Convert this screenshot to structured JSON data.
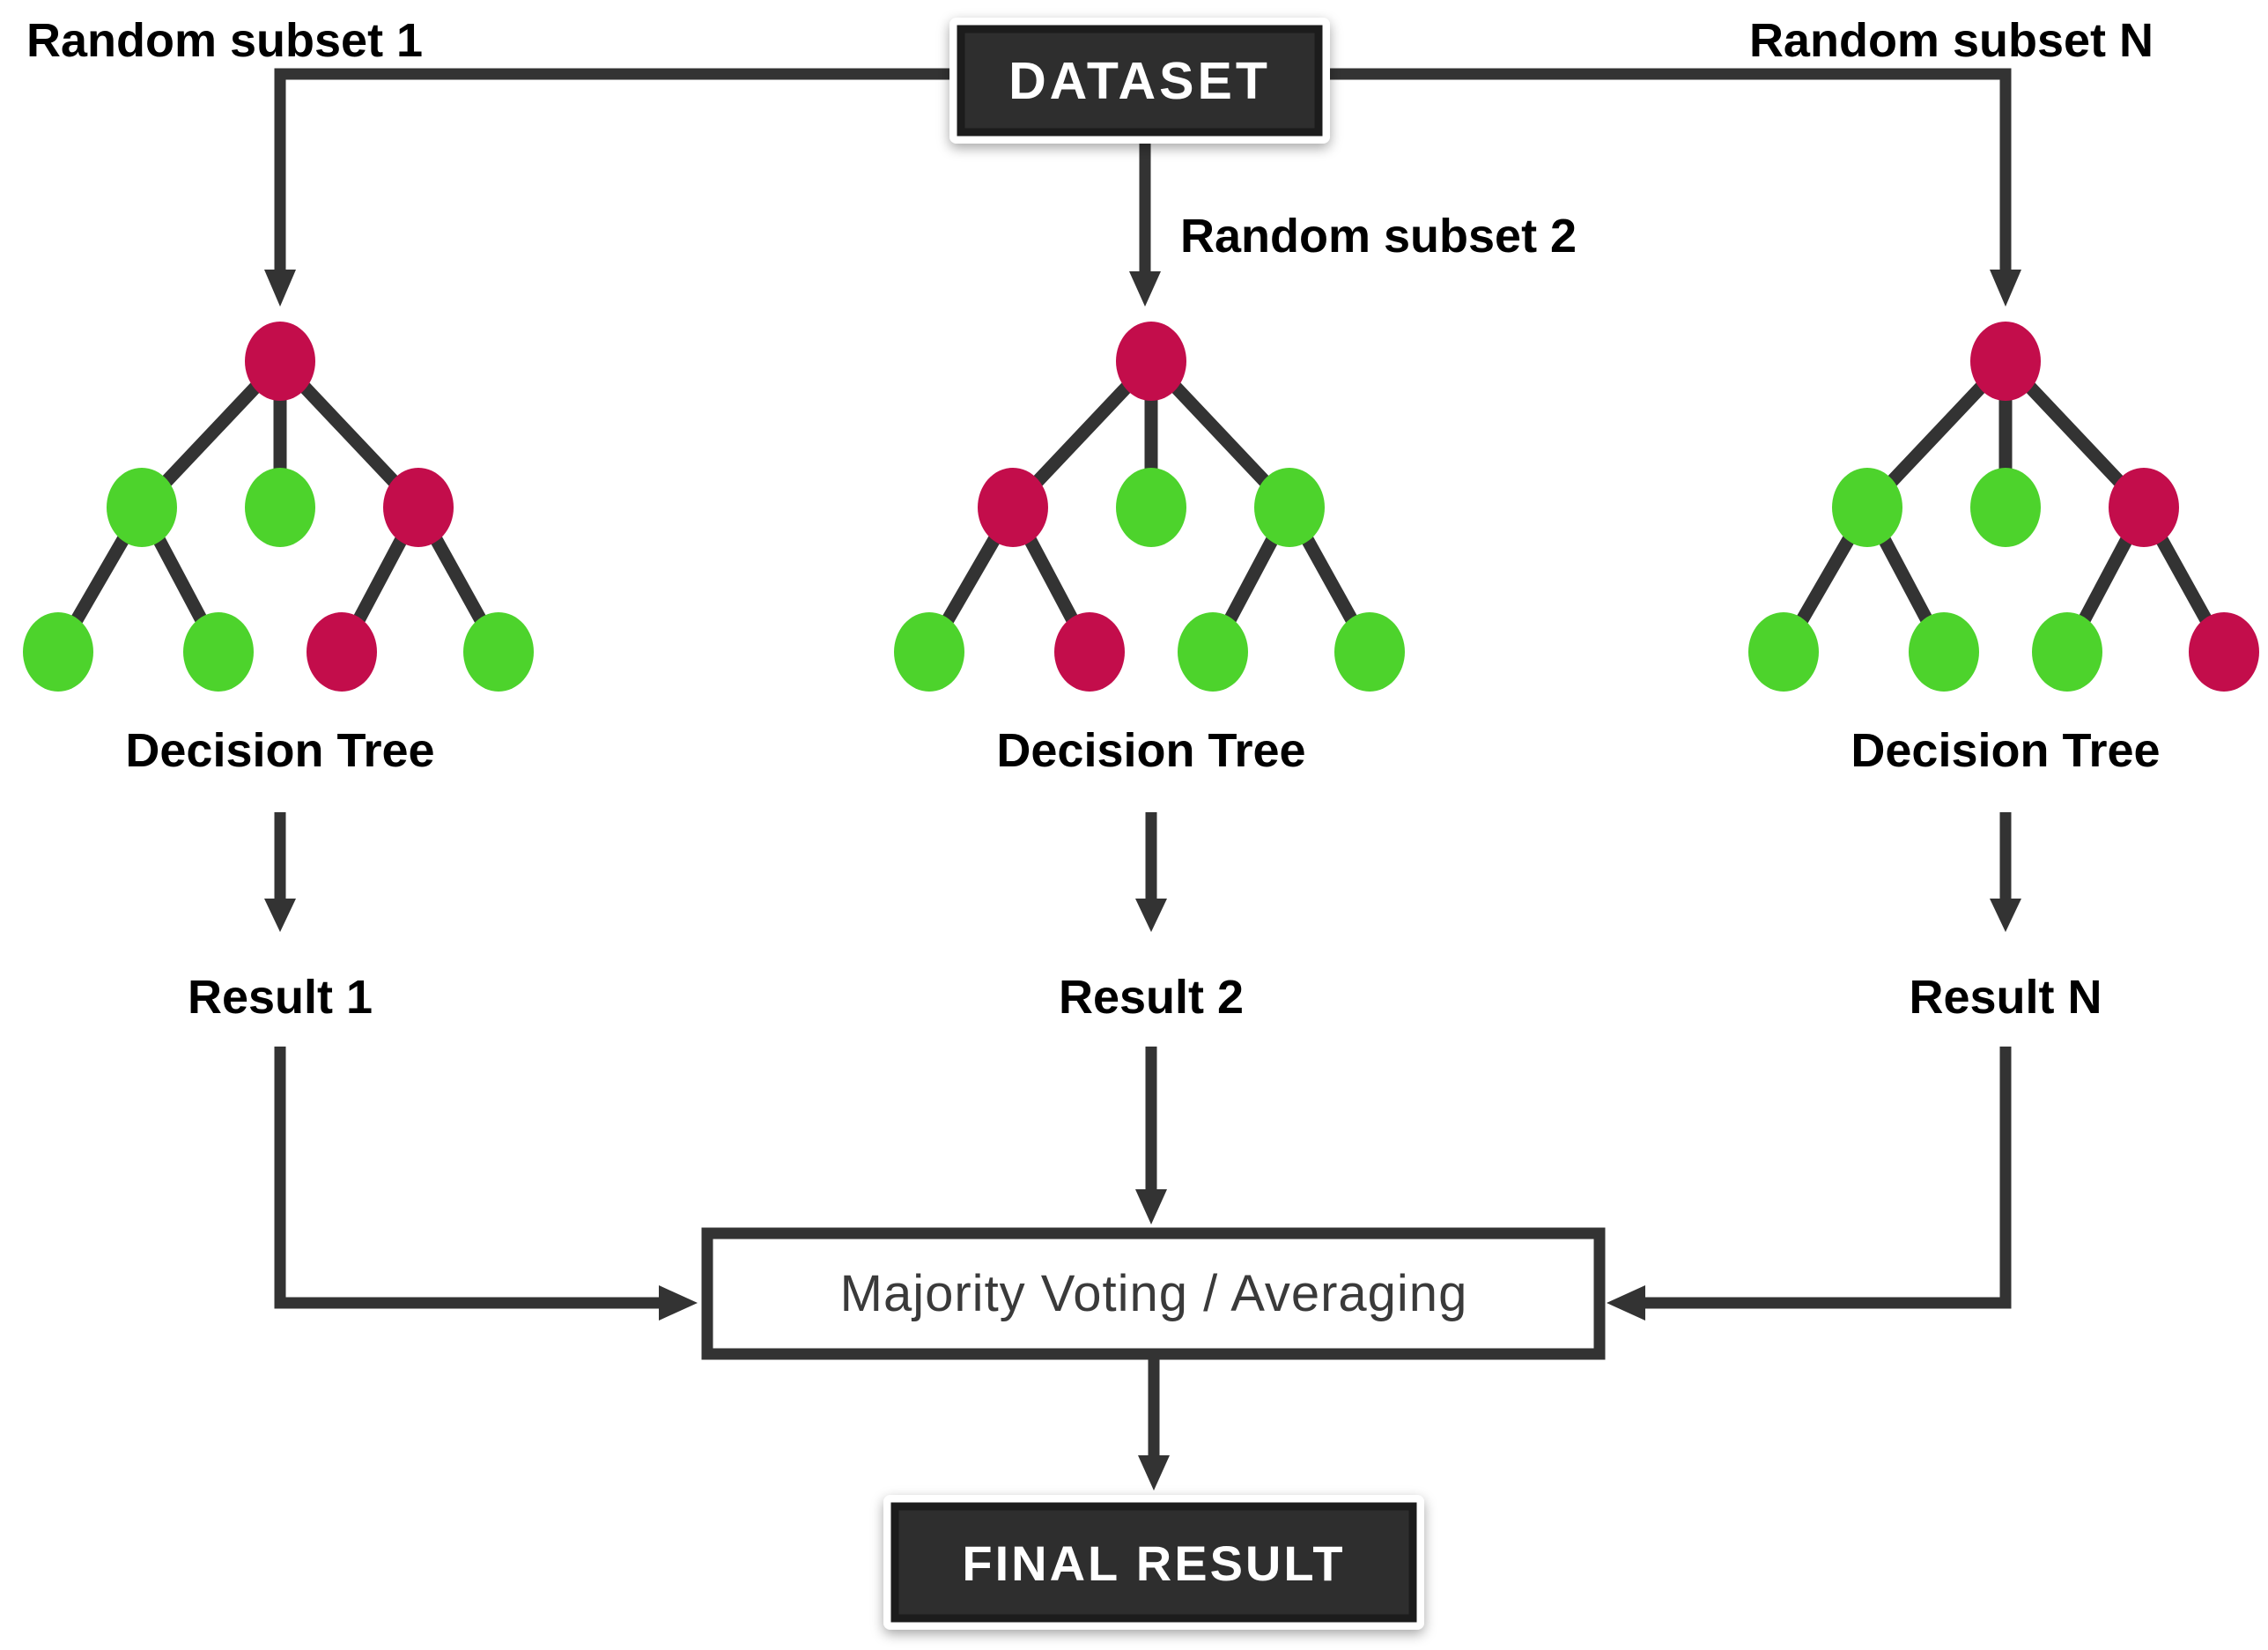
{
  "colors": {
    "node_red": "#C30D4B",
    "node_green": "#4DD32C",
    "connector": "#333333",
    "box_dark_fill": "#2E2E2E",
    "box_dark_bevel": "#1A1A1A",
    "box_dark_border": "#FFFFFF",
    "voting_box_fill": "#FFFFFF",
    "voting_box_border": "#333333",
    "voting_text": "#3A3A3A",
    "label_text": "#000000",
    "box_text": "#FFFFFF",
    "background": "#FFFFFF"
  },
  "header": {
    "dataset_label": "DATASET",
    "random_subset_1": "Random subset 1",
    "random_subset_2": "Random subset 2",
    "random_subset_n": "Random subset N"
  },
  "trees": [
    {
      "label": "Decision Tree",
      "result": "Result 1",
      "root": "red",
      "level2": [
        "green",
        "green",
        "red"
      ],
      "level3": [
        "green",
        "green",
        "red",
        "green"
      ]
    },
    {
      "label": "Decision Tree",
      "result": "Result 2",
      "root": "red",
      "level2": [
        "red",
        "green",
        "green"
      ],
      "level3": [
        "green",
        "red",
        "green",
        "green"
      ]
    },
    {
      "label": "Decision Tree",
      "result": "Result N",
      "root": "red",
      "level2": [
        "green",
        "green",
        "red"
      ],
      "level3": [
        "green",
        "green",
        "green",
        "red"
      ]
    }
  ],
  "aggregation": {
    "voting_label": "Majority Voting / Averaging",
    "final_label": "FINAL RESULT"
  }
}
